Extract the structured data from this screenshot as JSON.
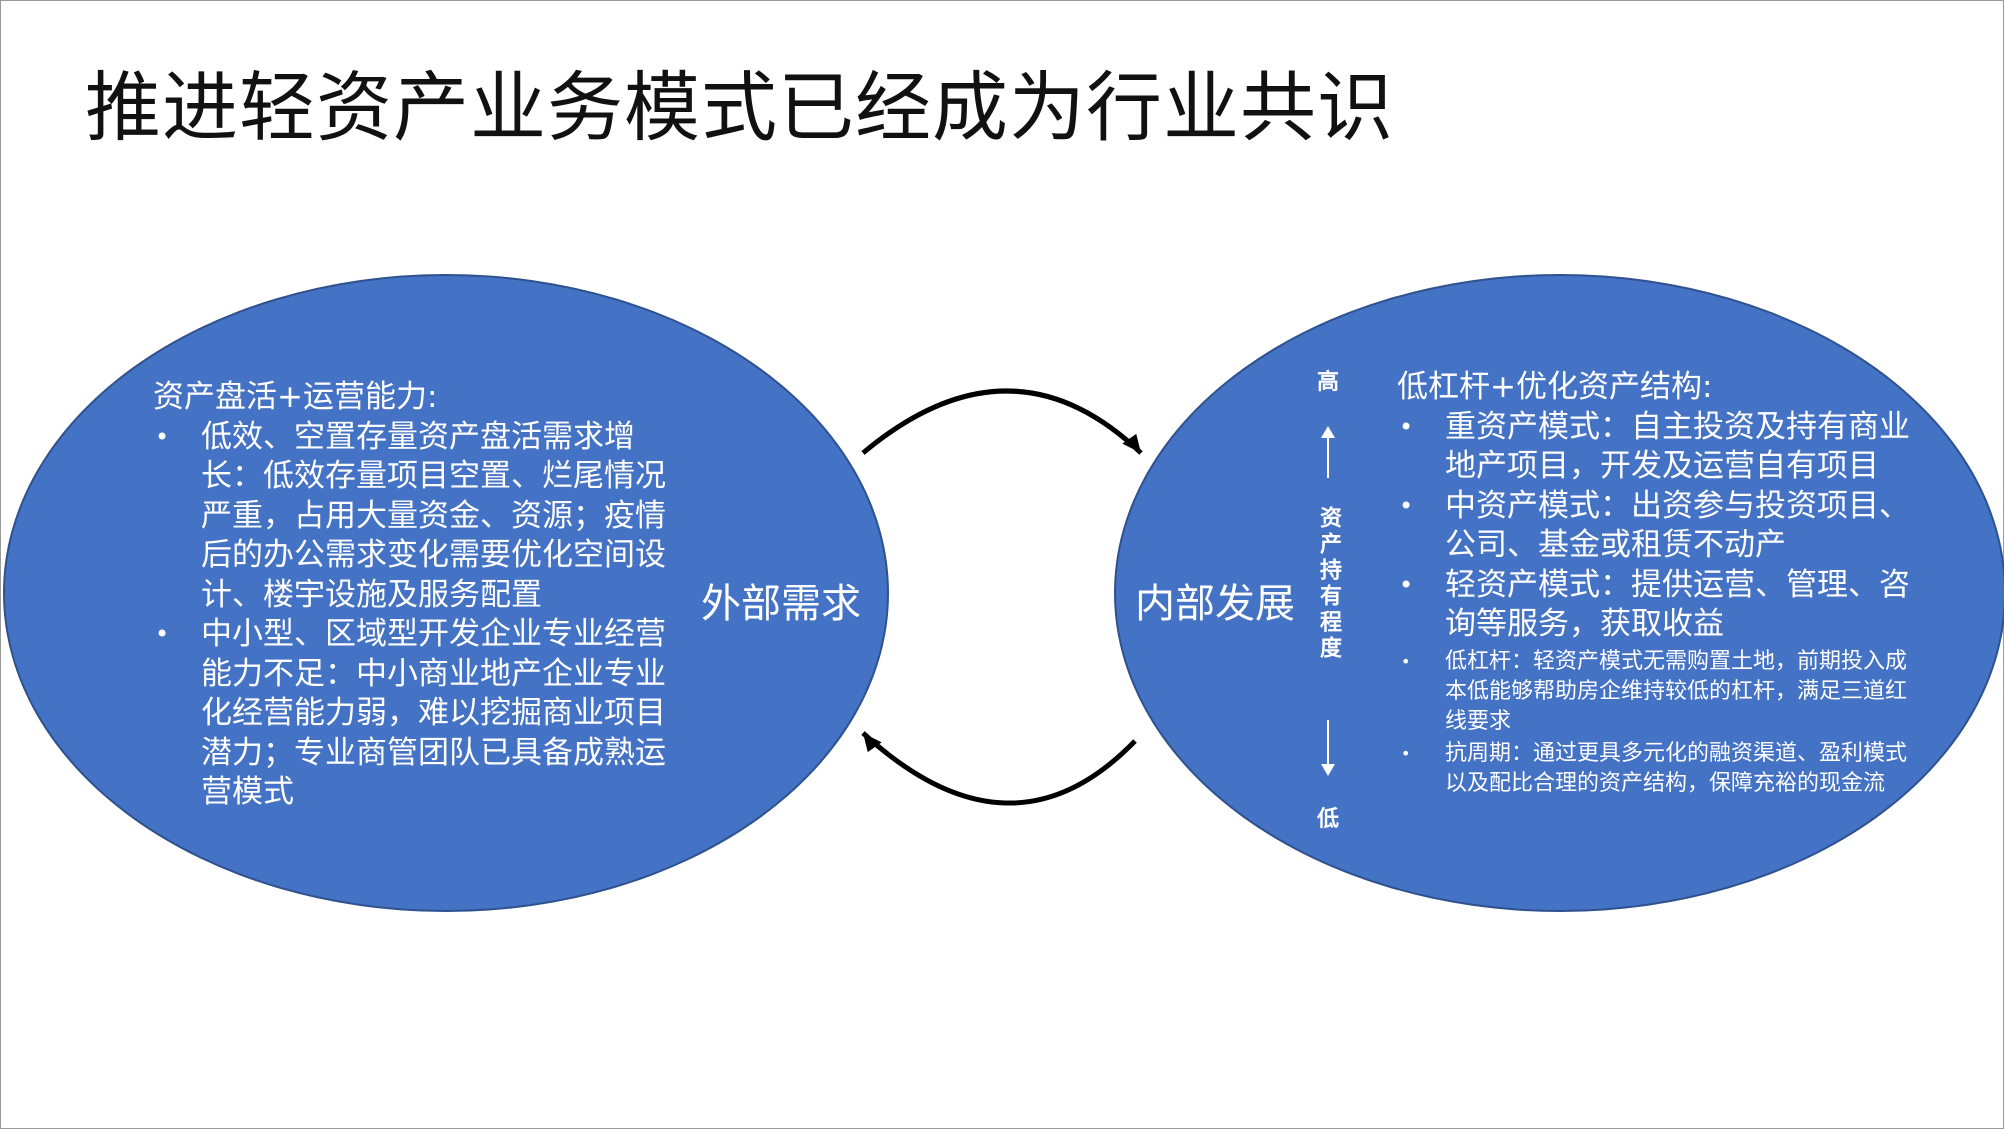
{
  "title": "推进轻资产业务模式已经成为行业共识",
  "left": {
    "label": "外部需求",
    "heading": "资产盘活+运营能力:",
    "bullets": [
      "低效、空置存量资产盘活需求增长：低效存量项目空置、烂尾情况严重，占用大量资金、资源；疫情后的办公需求变化需要优化空间设计、楼宇设施及服务配置",
      "中小型、区域型开发企业专业经营能力不足：中小商业地产企业专业化经营能力弱，难以挖掘商业项目潜力；专业商管团队已具备成熟运营模式"
    ]
  },
  "right": {
    "label": "内部发展",
    "heading": "低杠杆+优化资产结构:",
    "bullets": [
      "重资产模式：自主投资及持有商业地产项目，开发及运营自有项目",
      "中资产模式：出资参与投资项目、公司、基金或租赁不动产",
      "轻资产模式：提供运营、管理、咨询等服务，获取收益"
    ],
    "sub_bullets": [
      "低杠杆：轻资产模式无需购置土地，前期投入成本低能够帮助房企维持较低的杠杆，满足三道红线要求",
      "抗周期：通过更具多元化的融资渠道、盈利模式以及配比合理的资产结构，保障充裕的现金流"
    ]
  },
  "axis": {
    "high": "高",
    "low": "低",
    "label": "资产持有程度"
  },
  "colors": {
    "ellipse_fill": "#4472c4",
    "ellipse_border": "#2f528f",
    "text_on_ellipse": "#ffffff",
    "title": "#111111",
    "arrow": "#000000"
  },
  "icons": {
    "top_arrow": "curved-arrow-right-icon",
    "bottom_arrow": "curved-arrow-left-icon",
    "axis_up": "arrow-up-icon",
    "axis_down": "arrow-down-icon"
  }
}
